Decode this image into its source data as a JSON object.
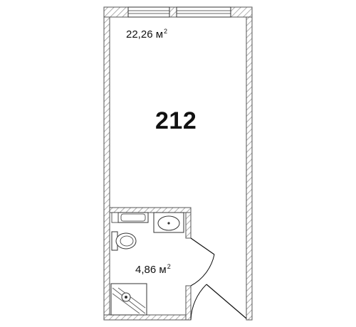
{
  "plan": {
    "unit_number": "212",
    "rooms": [
      {
        "area_value": "22,26",
        "area_unit": "м",
        "area_exponent": "2"
      },
      {
        "area_value": "4,86",
        "area_unit": "м",
        "area_exponent": "2"
      }
    ],
    "colors": {
      "wall": "#8a8a8a",
      "hatch": "#a0a0a0",
      "line": "#111111",
      "fixture": "#444444",
      "background": "#ffffff"
    },
    "icons": [
      "toilet-icon",
      "sink-icon",
      "shower-icon",
      "window-icon",
      "door-icon"
    ]
  }
}
